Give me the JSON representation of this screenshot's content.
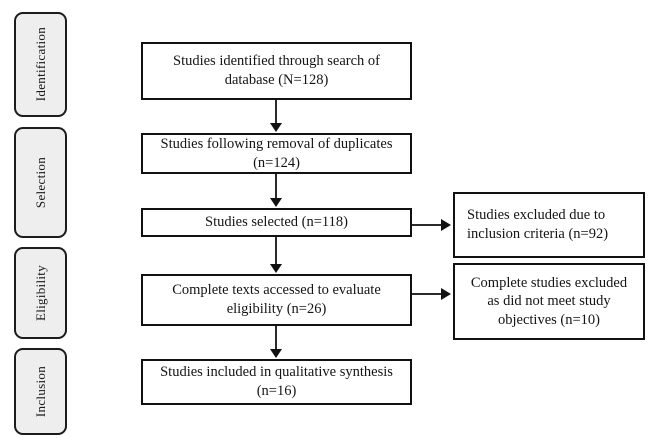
{
  "diagram": {
    "type": "prisma-flow-diagram",
    "title": "",
    "colors": {
      "background": "#ffffff",
      "box_border": "#111111",
      "box_fill": "#ffffff",
      "stage_fill": "#eeeeee",
      "stage_border": "#1c1c1c",
      "connector": "#2b2b2b",
      "text": "#141414"
    }
  },
  "stages": [
    {
      "id": "identification",
      "label": "Identification"
    },
    {
      "id": "selection",
      "label": "Selection"
    },
    {
      "id": "eligibility",
      "label": "Eligibility"
    },
    {
      "id": "inclusion",
      "label": "Inclusion"
    }
  ],
  "flow_boxes": [
    {
      "id": "identified",
      "line1": "Studies identified through search of",
      "line2": "database (N=128)",
      "count_label": "N=128",
      "count": 128
    },
    {
      "id": "duplicates_removed",
      "line1": "Studies following removal of duplicates",
      "line2": "(n=124)",
      "count_label": "n=124",
      "count": 124
    },
    {
      "id": "selected",
      "line1": "Studies selected (n=118)",
      "line2": "",
      "count_label": "n=118",
      "count": 118
    },
    {
      "id": "full_text_assessed",
      "line1": "Complete texts accessed to evaluate",
      "line2": "eligibility (n=26)",
      "count_label": "n=26",
      "count": 26
    },
    {
      "id": "included",
      "line1": "Studies included in qualitative synthesis",
      "line2": "(n=16)",
      "count_label": "n=16",
      "count": 16
    }
  ],
  "exclusion_boxes": [
    {
      "id": "excluded_inclusion_criteria",
      "line1": "Studies excluded due to",
      "line2": "inclusion criteria (n=92)",
      "count_label": "n=92",
      "count": 92
    },
    {
      "id": "excluded_study_objectives",
      "line1": "Complete studies excluded",
      "line2": "as did not meet study",
      "line3": "objectives (n=10)",
      "count_label": "n=10",
      "count": 10
    }
  ]
}
